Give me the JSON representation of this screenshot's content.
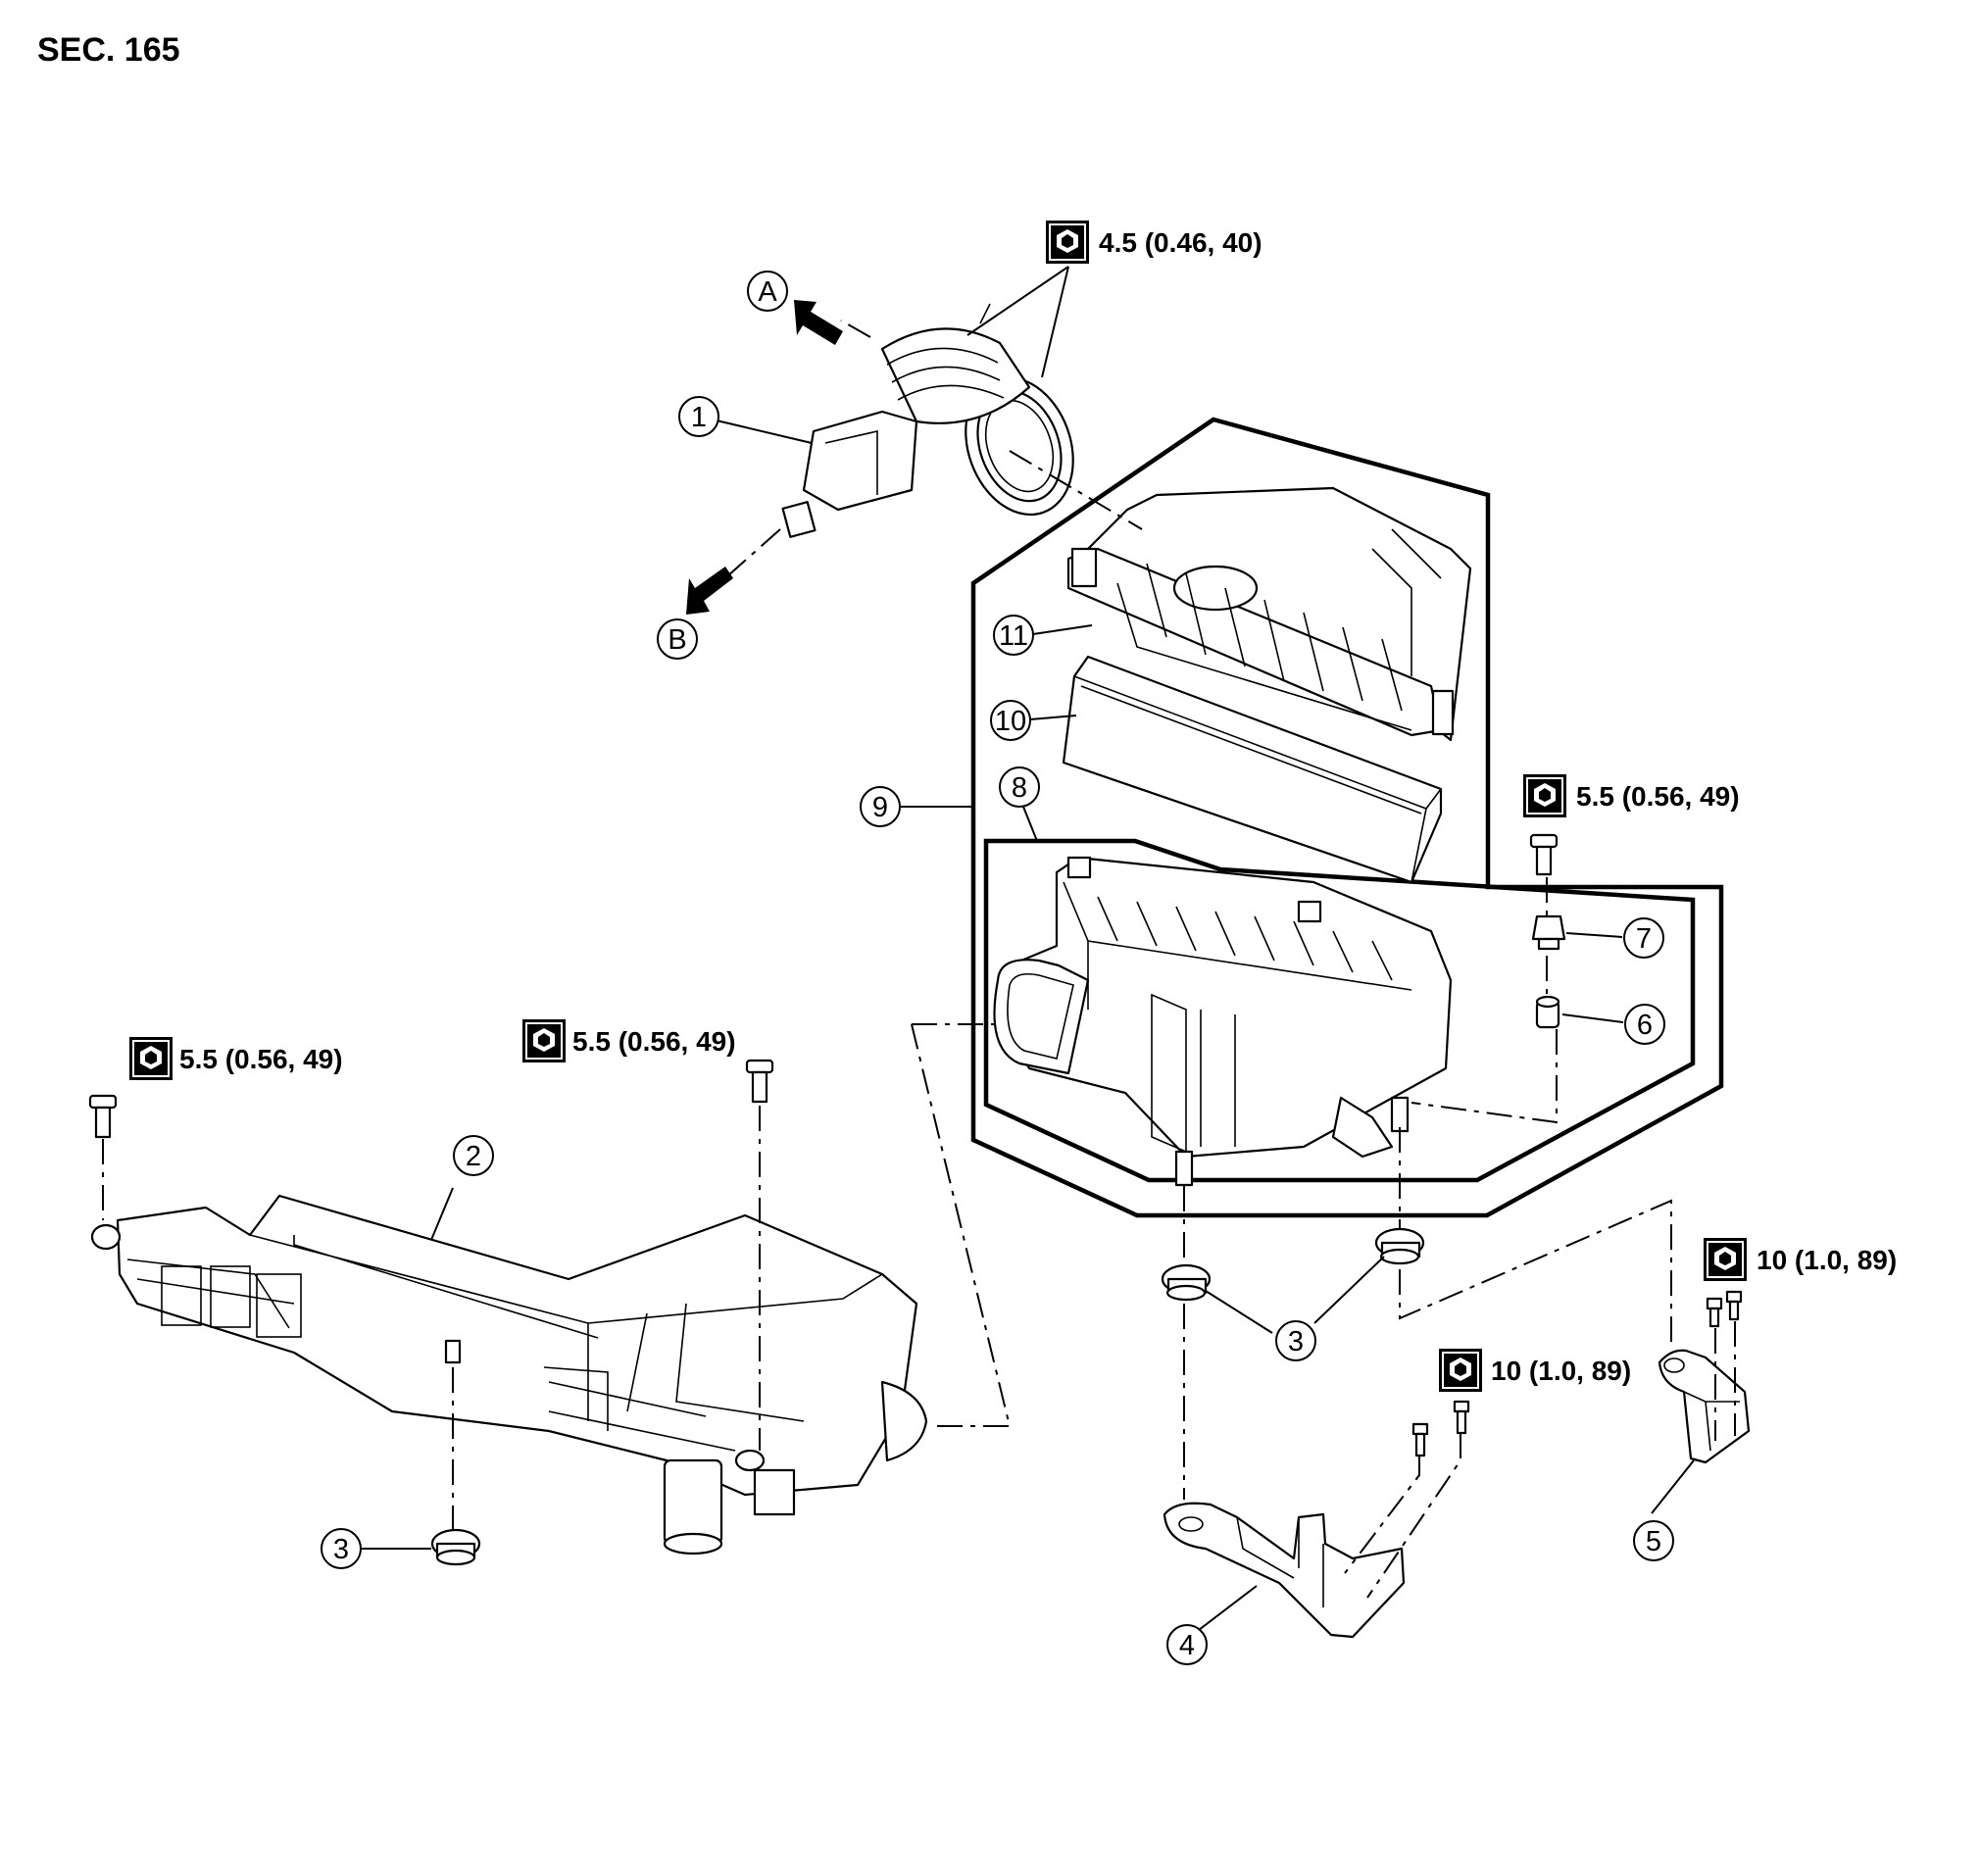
{
  "section_title": "SEC. 165",
  "torque_specs": {
    "maf_clamp": "4.5 (0.46, 40)",
    "cover_bolt": "5.5 (0.56, 49)",
    "duct_left_bolt": "5.5 (0.56, 49)",
    "duct_right_bolt": "5.5 (0.56, 49)",
    "bracket_4_bolts": "10 (1.0, 89)",
    "bracket_5_bolts": "10 (1.0, 89)"
  },
  "callouts": {
    "c1": "1",
    "c2": "2",
    "c3a": "3",
    "c3b": "3",
    "c4": "4",
    "c5": "5",
    "c6": "6",
    "c7": "7",
    "c8": "8",
    "c9": "9",
    "c10": "10",
    "c11": "11",
    "cA": "A",
    "cB": "B"
  },
  "icons": {
    "torque": "torque-wrench-icon",
    "arrow": "direction-arrow-icon"
  }
}
